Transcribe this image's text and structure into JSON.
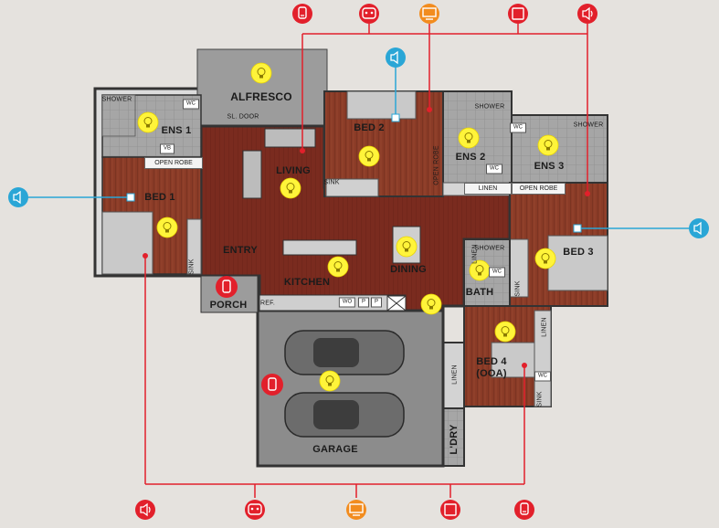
{
  "rooms": {
    "alfresco": "ALFRESCO",
    "ens1": "ENS 1",
    "bed1": "BED 1",
    "living": "LIVING",
    "bed2": "BED 2",
    "ens2": "ENS 2",
    "ens3": "ENS 3",
    "bed3": "BED 3",
    "entry": "ENTRY",
    "kitchen": "KITCHEN",
    "dining": "DINING",
    "bath": "BATH",
    "porch": "PORCH",
    "bed4_line1": "BED 4",
    "bed4_line2": "(OOA)",
    "garage": "GARAGE",
    "ldry": "L'DRY"
  },
  "fixtures": {
    "open_robe_1": "OPEN ROBE",
    "open_robe_2": "OPEN ROBE",
    "open_robe_vertical": "OPEN ROBE",
    "linen_1": "LINEN",
    "linen_2": "LINEN",
    "linen_3": "LINEN",
    "linen_4": "LINEN",
    "sl_door": "SL. DOOR",
    "shower_1": "SHOWER",
    "shower_2": "SHOWER",
    "shower_3": "SHOWER",
    "shower_4": "SHOWER",
    "wc_1": "WC",
    "wc_2": "WC",
    "wc_3": "WC",
    "wc_4": "WC",
    "wc_5": "WC",
    "vb": "VB",
    "sink_1": "SINK",
    "sink_2": "SINK",
    "sink_3": "SINK",
    "sink_4": "SINK",
    "ref": "REF.",
    "wo": "WO",
    "p1": "P",
    "p2": "P"
  },
  "colors": {
    "accent_red": "#e2202b",
    "accent_blue": "#2aa6d6",
    "accent_orange": "#f28c1e",
    "light_yellow": "#fff43a",
    "wood": "#8b3d28",
    "floor_dark": "#7b2c20",
    "tile": "#a9a9a9",
    "garage": "#898989",
    "background": "#e5e2de"
  },
  "icons": {
    "top": [
      "sensor-icon",
      "robot-vacuum-icon",
      "tv-icon",
      "tablet-icon",
      "speaker-icon"
    ],
    "bottom": [
      "speaker-icon",
      "robot-vacuum-icon",
      "tv-icon",
      "tablet-icon",
      "sensor-icon"
    ],
    "side": [
      "speaker-icon",
      "speaker-icon",
      "speaker-icon"
    ],
    "light": "light-bulb-icon",
    "porch_device": "sensor-icon",
    "garage_device": "sensor-icon"
  }
}
